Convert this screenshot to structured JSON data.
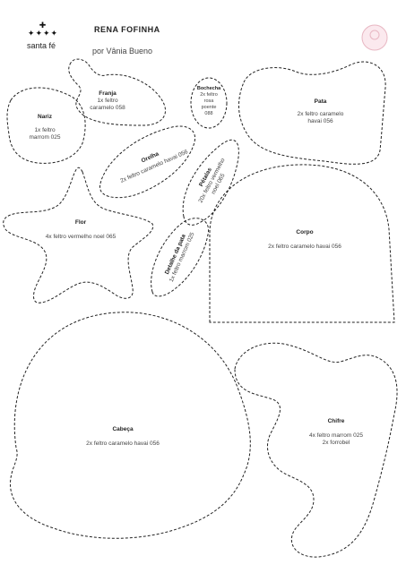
{
  "header": {
    "brand_stars": "✦✦✦✦",
    "brand_top_star": "✚",
    "brand": "santa fé",
    "title": "RENA FOFINHA",
    "author": "por Vânia Bueno"
  },
  "pieces": [
    {
      "id": "franja",
      "name": "Franja",
      "lines": [
        "1x feltro",
        "caramelo 058"
      ]
    },
    {
      "id": "bochecha",
      "name": "Bochecha",
      "lines": [
        "2x feltro",
        "rosa",
        "poente",
        "088"
      ]
    },
    {
      "id": "pata",
      "name": "Pata",
      "lines": [
        "2x feltro caramelo",
        "havai 056"
      ]
    },
    {
      "id": "nariz",
      "name": "Nariz",
      "lines": [
        "1x feltro",
        "marrom 025"
      ]
    },
    {
      "id": "orelha",
      "name": "Orelha",
      "lines": [
        "2x feltro caramelo havai 056"
      ]
    },
    {
      "id": "petalas",
      "name": "Pétalas",
      "lines": [
        "20x feltro vermelho",
        "noel 065"
      ]
    },
    {
      "id": "flor",
      "name": "Flor",
      "lines": [
        "4x feltro vermelho noel 065"
      ]
    },
    {
      "id": "detalhe",
      "name": "Detalhe da pata",
      "lines": [
        "1x feltro marrom 025"
      ]
    },
    {
      "id": "corpo",
      "name": "Corpo",
      "lines": [
        "2x feltro caramelo havai 056"
      ]
    },
    {
      "id": "cabeca",
      "name": "Cabeça",
      "lines": [
        "2x feltro caramelo havai 056"
      ]
    },
    {
      "id": "chifre",
      "name": "Chifre",
      "lines": [
        "4x feltro marrom 025",
        "2x forrobel"
      ]
    }
  ]
}
